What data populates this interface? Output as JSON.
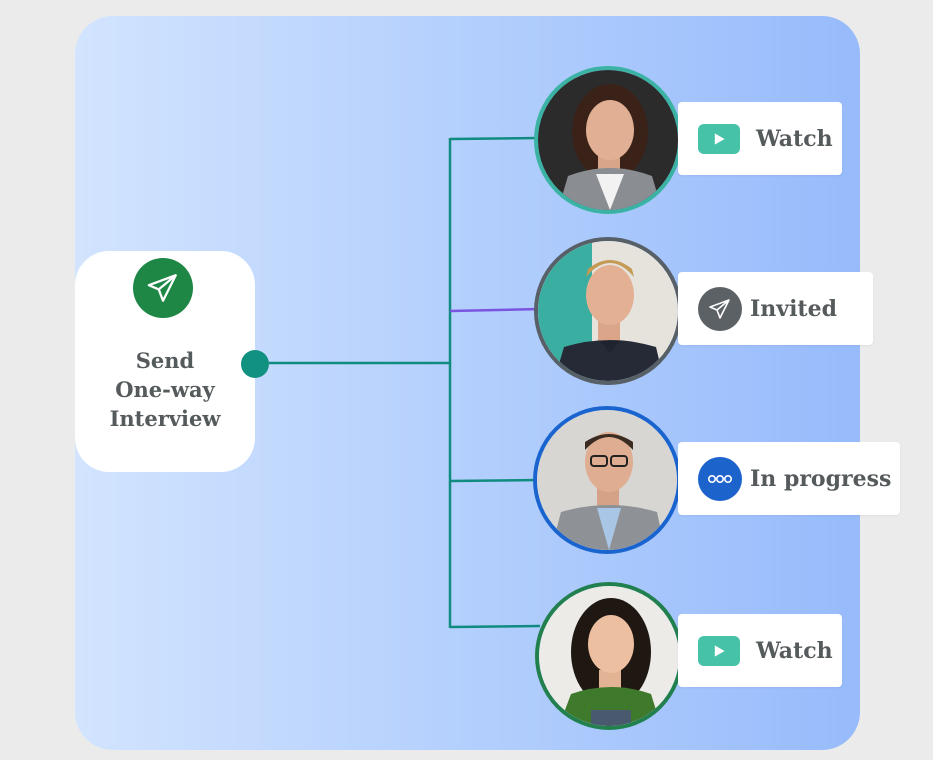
{
  "source": {
    "title_lines": [
      "Send",
      "One-way",
      "Interview"
    ],
    "icon": "paper-plane-icon",
    "icon_bg": "#1e8745"
  },
  "connector_color": "#108b7f",
  "highlight_color": "#7a55e0",
  "candidates": [
    {
      "id": "1",
      "status": "Watch",
      "status_icon": "play-icon",
      "ring_color": "#3bb3a4",
      "icon_color": "#45c2a8"
    },
    {
      "id": "2",
      "status": "Invited",
      "status_icon": "paper-plane-icon",
      "ring_color": "#566066",
      "icon_color": "#5c6165"
    },
    {
      "id": "3",
      "status": "In progress",
      "status_icon": "dots-icon",
      "ring_color": "#1a64cf",
      "icon_color": "#1d63cc"
    },
    {
      "id": "4",
      "status": "Watch",
      "status_icon": "play-icon",
      "ring_color": "#22804f",
      "icon_color": "#45c2a8"
    }
  ]
}
